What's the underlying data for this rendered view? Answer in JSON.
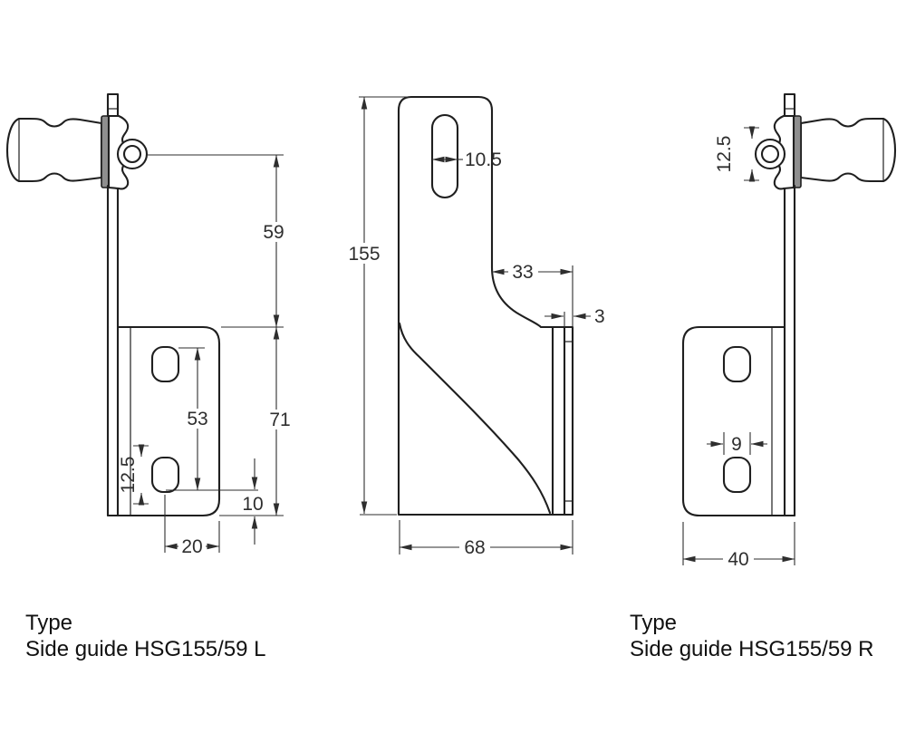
{
  "colors": {
    "outline": "#1f1f1f",
    "dimension": "#2e2e2e",
    "washer_fill": "#8f8f8f",
    "background": "#ffffff"
  },
  "views": {
    "left_side": {
      "dims": {
        "d59": "59",
        "d71": "71",
        "d53": "53",
        "d12_5": "12.5",
        "d10": "10",
        "d20": "20"
      },
      "type_label": "Type",
      "model": "Side guide HSG155/59 L"
    },
    "front": {
      "dims": {
        "d155": "155",
        "d10_5": "10.5",
        "d33": "33",
        "d3": "3",
        "d68": "68"
      }
    },
    "right_side": {
      "dims": {
        "d12_5": "12.5",
        "d9": "9",
        "d40": "40"
      },
      "type_label": "Type",
      "model": "Side guide HSG155/59 R"
    }
  }
}
